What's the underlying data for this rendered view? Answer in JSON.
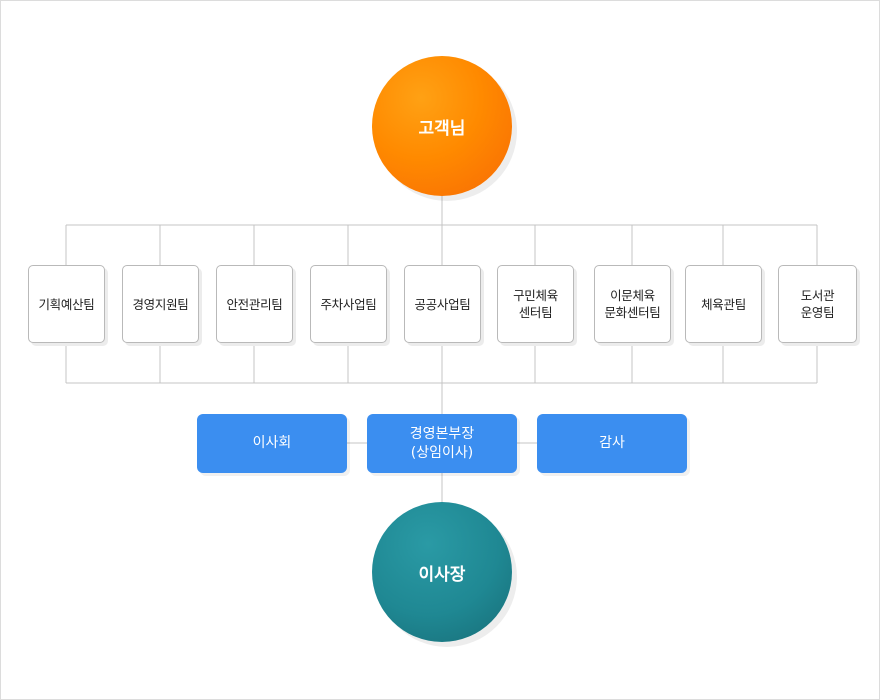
{
  "diagram": {
    "top_node": "고객님",
    "teams": [
      "기획예산팀",
      "경영지원팀",
      "안전관리팀",
      "주차사업팀",
      "공공사업팀",
      "구민체육\n센터팀",
      "이문체육\n문화센터팀",
      "체육관팀",
      "도서관\n운영팀"
    ],
    "board": "이사회",
    "executive": "경영본부장\n(상임이사)",
    "audit": "감사",
    "bottom_node": "이사장"
  },
  "colors": {
    "top_node": "#ff8a00",
    "blue_boxes": "#3b8ef0",
    "bottom_node": "#1f8893",
    "connector": "#bfbfbf"
  }
}
